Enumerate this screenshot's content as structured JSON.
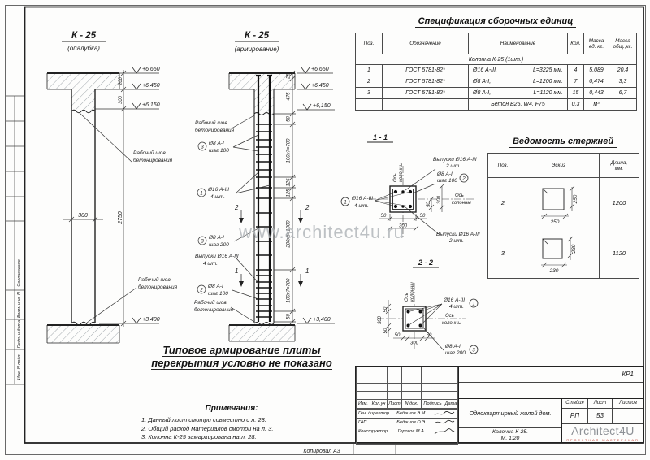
{
  "watermark": "www.architect4u.ru",
  "footer": {
    "copy": "Копировал А3"
  },
  "frame": {
    "soglasovano": "Согласовано",
    "vzam": "Взам. инв. N",
    "podp": "Подп. и дата",
    "inv": "Инв. N подл."
  },
  "elev": {
    "e6650": "+6,650",
    "e6450": "+6,450",
    "e6150": "+6,150",
    "e3400": "+3,400"
  },
  "dims": {
    "d25": "25",
    "d50": "50",
    "d125": "125",
    "d200": "200",
    "d300": "300",
    "d475": "475",
    "d2750": "2750",
    "d100x7": "100х7=700",
    "d200x5": "200х5=1000"
  },
  "axis": {
    "l1": "Ось",
    "l2": "колонны"
  },
  "joint": {
    "l1": "Рабочий шов",
    "l2": "бетонирования"
  },
  "formwork": {
    "title": "К - 25",
    "subtitle": "(опалубка)"
  },
  "reinf": {
    "title": "К - 25",
    "subtitle": "(армирование)"
  },
  "rebar": {
    "p1": {
      "num": "1",
      "l1": "Ø16 А-III",
      "l2": "4 шт."
    },
    "p2": {
      "num": "2",
      "l1": "Ø8 А-I",
      "l2": "шаг 100"
    },
    "p3a": {
      "num": "3",
      "l1": "Ø8 А-I",
      "l2": "шаг 100"
    },
    "p3b": {
      "num": "3",
      "l1": "Ø8 А-I",
      "l2": "шаг 200"
    },
    "vyp4": {
      "l1": "Выпуски Ø16 А-III",
      "l2": "4 шт."
    },
    "vyp2": {
      "l1": "Выпуски Ø16 А-III",
      "l2": "2 шт."
    }
  },
  "marks": {
    "s1": "1",
    "s2": "2"
  },
  "section_titles": {
    "s11": "1 - 1",
    "s22": "2 - 2"
  },
  "main_note": {
    "line1": "Типовое армирование плиты",
    "line2": "перекрытия условно не показано"
  },
  "notes": {
    "title": "Примечания:",
    "items": [
      "1. Данный лист смотри совместно с л. 28.",
      "2. Общий расход материалов смотри на л. 3.",
      "3. Колонна К-25 замаркирована на л. 28."
    ]
  },
  "spec_table": {
    "title": "Спецификация сборочных единиц",
    "headers": [
      "Поз.",
      "Обозначение",
      "Наименование",
      "Кол.",
      "Масса\nед. кг.",
      "Масса\nобщ.,кг."
    ],
    "group": "Колонна К-25 (1шт.)",
    "rows": [
      {
        "pos": "1",
        "desig": "ГОСТ 5781-82*",
        "name": "Ø16 А-III,",
        "len": "L=3225 мм.",
        "qty": "4",
        "unit": "5,089",
        "total": "20,4"
      },
      {
        "pos": "2",
        "desig": "ГОСТ 5781-82*",
        "name": "Ø8 А-I,",
        "len": "L=1200 мм.",
        "qty": "7",
        "unit": "0,474",
        "total": "3,3"
      },
      {
        "pos": "3",
        "desig": "ГОСТ 5781-82*",
        "name": "Ø8 А-I,",
        "len": "L=1120 мм.",
        "qty": "15",
        "unit": "0,443",
        "total": "6,7"
      },
      {
        "pos": "",
        "desig": "",
        "name": "Бетон В25, W4, F75",
        "len": "",
        "qty": "0,3",
        "unit": "м³",
        "total": ""
      }
    ]
  },
  "rods_table": {
    "title": "Ведомость стержней",
    "headers": [
      "Поз.",
      "Эскиз",
      "Длина,\nмм."
    ],
    "rows": [
      {
        "pos": "2",
        "w": "250",
        "h": "250",
        "len": "1200"
      },
      {
        "pos": "3",
        "w": "230",
        "h": "230",
        "len": "1120"
      }
    ]
  },
  "title_block": {
    "code": "КР1",
    "header_cols": [
      "Изм.",
      "Кол.уч",
      "Лист",
      "N док.",
      "Подпись",
      "Дата"
    ],
    "sign_rows": [
      {
        "role": "Ген. директор",
        "name": "Бедашов Э.М."
      },
      {
        "role": "ГАП",
        "name": "Бедашов О.Э."
      },
      {
        "role": "Конструктор",
        "name": "Горохов М.А."
      }
    ],
    "project": "Одноквартирный жилой дом.",
    "stage_cols": [
      "Стадия",
      "Лист",
      "Листов"
    ],
    "stage": "РП",
    "sheet": "53",
    "sheets_total": "",
    "name1": "Колонна К-25.",
    "name2": "М. 1:20",
    "logo": "Architect4U",
    "logo_sub": "ПРОЕКТНАЯ МАСТЕРСКАЯ"
  }
}
